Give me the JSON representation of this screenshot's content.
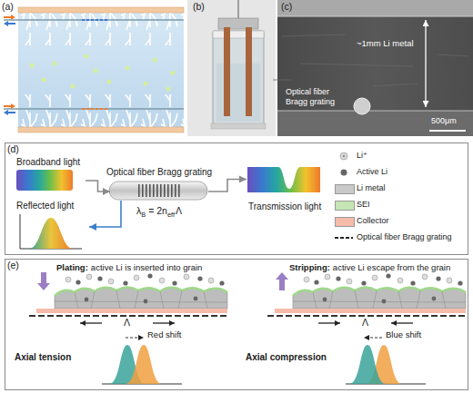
{
  "diagram": {
    "nodes": [
      {
        "text": [
          "(d)"
        ]
      },
      {
        "text": [
          "Broadband light"
        ],
        "in": 0
      },
      {
        "text": [
          "Reflected light"
        ],
        "in": 0
      },
      {
        "text": [
          "Optical fiber Bragg grating"
        ],
        "in": 0
      },
      {
        "text": [
          "Transmission light"
        ],
        "in": 0
      },
      {
        "text": [
          "(e)"
        ]
      }
    ],
    "edges": [
      {
        "from": 1,
        "to": 3,
        "arrow": "to"
      },
      {
        "from": 3,
        "to": 4,
        "arrow": "to"
      },
      {
        "from": 3,
        "to": 2,
        "arrow": "to"
      }
    ],
    "labels": [
      "(a)",
      "(b)",
      "(c)",
      "~1mm Li metal",
      "Optical fiber Bragg grating",
      "500μm",
      "λ",
      "B",
      "= 2n",
      "eff",
      "Λ",
      "Plating:",
      "active Li is inserted into grain",
      "Stripping:",
      "active Li escape from the grain",
      "Λ",
      "Λ",
      "Axial tension",
      "Red shift",
      "Axial compression",
      "Blue shift"
    ],
    "legend": [
      {
        "text": "Li⁺"
      },
      {
        "text": "Active Li"
      },
      {
        "text": "Li metal",
        "color": "#c9c9c9"
      },
      {
        "text": "SEI",
        "color": "#c5e6b4"
      },
      {
        "text": "Collector",
        "color": "#f6bba9"
      },
      {
        "text": "Optical fiber Bragg grating"
      }
    ]
  }
}
